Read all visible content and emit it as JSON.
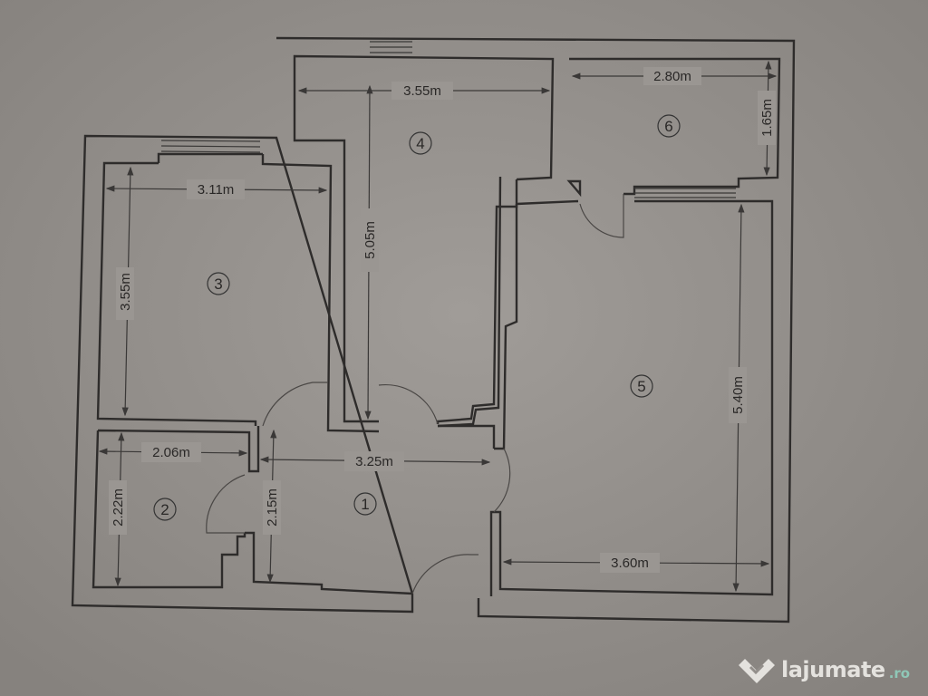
{
  "rooms": [
    {
      "number": "1"
    },
    {
      "number": "2"
    },
    {
      "number": "3"
    },
    {
      "number": "4"
    },
    {
      "number": "5"
    },
    {
      "number": "6"
    }
  ],
  "dimensions": {
    "room4_width": "3.55m",
    "room4_length": "5.05m",
    "room3_width": "3.11m",
    "room3_length": "3.55m",
    "room6_width": "2.80m",
    "room6_length": "1.65m",
    "room5_width": "3.60m",
    "room5_length": "5.40m",
    "room2_width": "2.06m",
    "room2_length": "2.22m",
    "room1_width": "3.25m",
    "room1_length": "2.15m"
  },
  "watermark": {
    "name": "lajumate",
    "tld": ".ro",
    "accent_color": "#8fc7b7"
  }
}
